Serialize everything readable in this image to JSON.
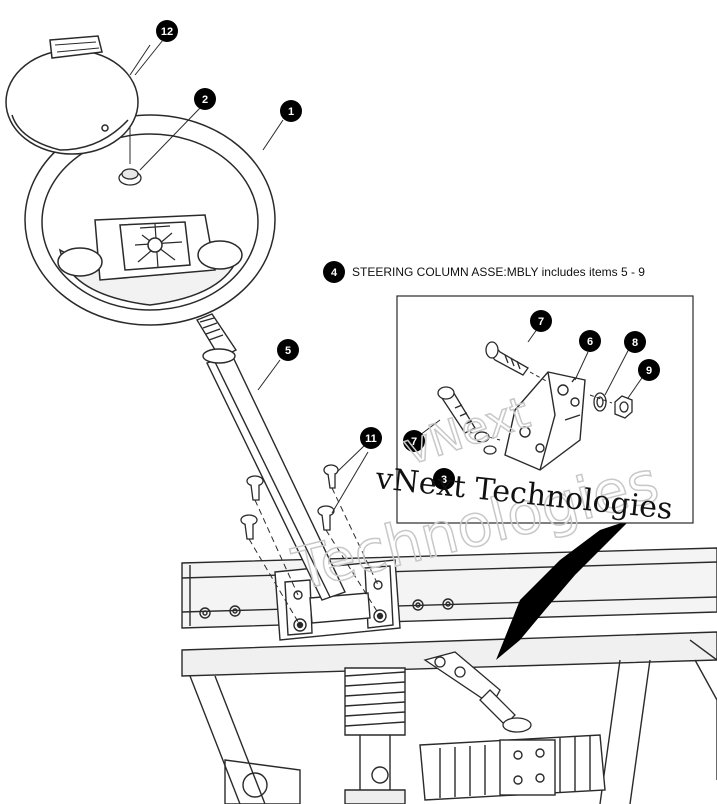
{
  "assembly_note": "STEERING COLUMN ASSE:MBLY includes items 5 - 9",
  "assembly_badge": "4",
  "callouts": [
    {
      "id": "c1",
      "label": "1"
    },
    {
      "id": "c2",
      "label": "2"
    },
    {
      "id": "c5",
      "label": "5"
    },
    {
      "id": "c6",
      "label": "6"
    },
    {
      "id": "c7a",
      "label": "7"
    },
    {
      "id": "c7b",
      "label": "7"
    },
    {
      "id": "c3",
      "label": "3"
    },
    {
      "id": "c8",
      "label": "8"
    },
    {
      "id": "c9",
      "label": "9"
    },
    {
      "id": "c11",
      "label": "11"
    },
    {
      "id": "c12",
      "label": "12"
    }
  ],
  "watermark": {
    "line1": "vNext Technologies",
    "line2": "Technologies",
    "line3": "vNext"
  },
  "colors": {
    "ink": "#111111",
    "line": "#2a2a2a",
    "badge": "#000000",
    "watermark": "#c8c8c8"
  }
}
